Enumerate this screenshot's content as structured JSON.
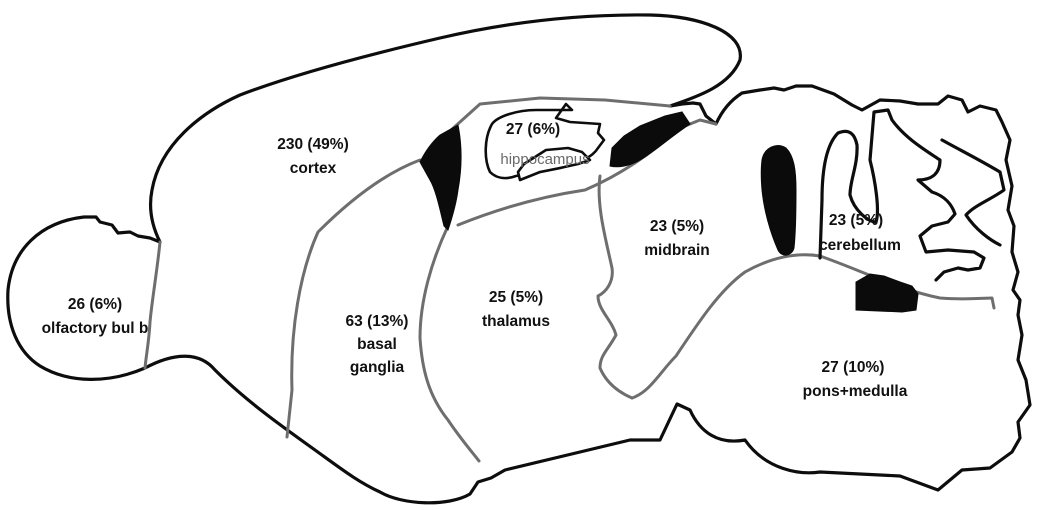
{
  "regions": [
    {
      "id": "cortex",
      "count": "230 (49%)",
      "name": "cortex"
    },
    {
      "id": "hippocampus",
      "count": "27 (6%)",
      "name": "hippocampus"
    },
    {
      "id": "olfactory_bulb",
      "count": "26 (6%)",
      "name": "olfactory bul b"
    },
    {
      "id": "basal_ganglia",
      "count": "63 (13%)",
      "name_line1": "basal",
      "name_line2": "ganglia"
    },
    {
      "id": "thalamus",
      "count": "25 (5%)",
      "name": "thalamus"
    },
    {
      "id": "midbrain",
      "count": "23 (5%)",
      "name": "midbrain"
    },
    {
      "id": "cerebellum",
      "count": "23 (5%)",
      "name": "cerebellum"
    },
    {
      "id": "pons_medulla",
      "count": "27 (10%)",
      "name": "pons+medulla"
    }
  ],
  "colors": {
    "outline": "#0d0d0d",
    "region_border": "#6e6e6e",
    "ventricle_fill": "#0b0b0b",
    "label_text": "#111111",
    "hippocampus_label": "#6a6a6a"
  }
}
